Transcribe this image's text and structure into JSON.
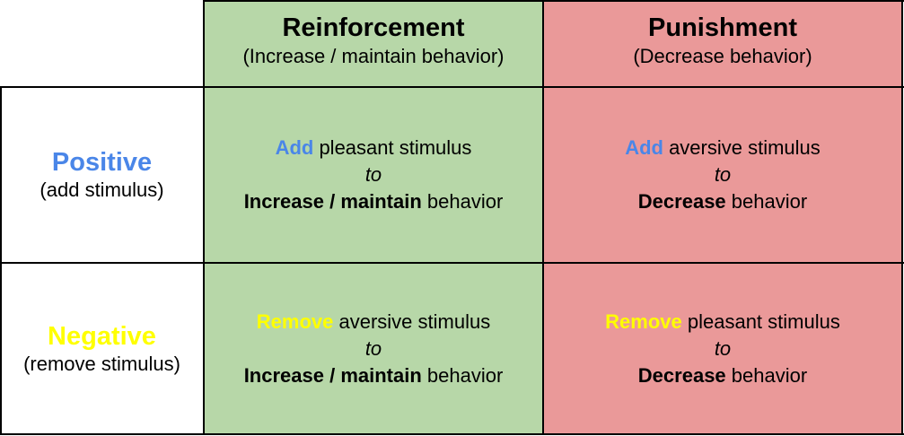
{
  "colors": {
    "reinforcement_bg": "#b7d7a8",
    "punishment_bg": "#ea9999",
    "positive_accent": "#4a86e8",
    "negative_accent": "#ffff00",
    "border": "#000000"
  },
  "header": {
    "columns": [
      {
        "title": "Reinforcement",
        "subtitle": "(Increase / maintain behavior)"
      },
      {
        "title": "Punishment",
        "subtitle": "(Decrease behavior)"
      }
    ]
  },
  "rows": [
    {
      "title": "Positive",
      "subtitle": "(add stimulus)",
      "cells": [
        {
          "verb": "Add",
          "object": " pleasant stimulus",
          "connector": "to",
          "effect": "Increase / maintain",
          "effect_tail": " behavior"
        },
        {
          "verb": "Add",
          "object": " aversive stimulus",
          "connector": "to",
          "effect": "Decrease",
          "effect_tail": " behavior"
        }
      ]
    },
    {
      "title": "Negative",
      "subtitle": "(remove stimulus)",
      "cells": [
        {
          "verb": "Remove",
          "object": " aversive stimulus",
          "connector": "to",
          "effect": "Increase / maintain",
          "effect_tail": " behavior"
        },
        {
          "verb": "Remove",
          "object": " pleasant stimulus",
          "connector": "to",
          "effect": "Decrease",
          "effect_tail": " behavior"
        }
      ]
    }
  ]
}
